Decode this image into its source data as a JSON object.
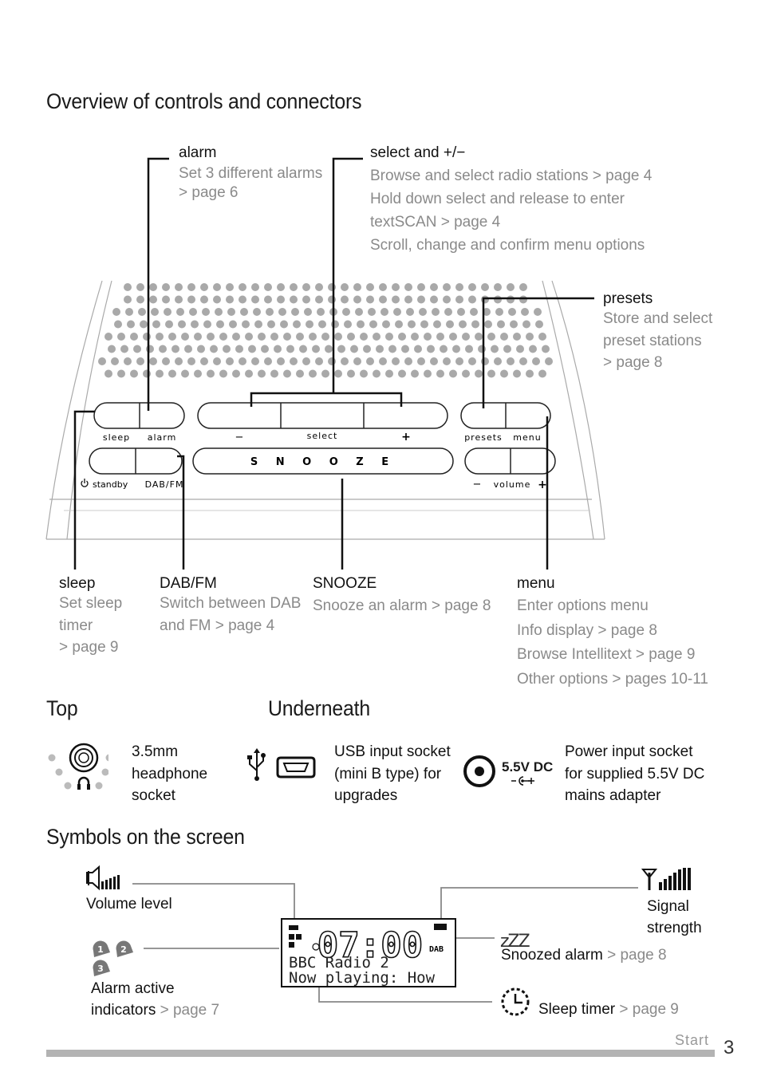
{
  "title": "Overview of controls and connectors",
  "callouts": {
    "alarm": {
      "name": "alarm",
      "lines": [
        "Set 3 different alarms",
        "> page 6"
      ]
    },
    "select": {
      "name_bold": "select",
      "name_mid": " and ",
      "name_end": "+/−",
      "lines": [
        "Browse and select radio stations > page 4",
        "Hold down select and release to enter",
        "textSCAN > page 4",
        "Scroll, change and confirm menu options"
      ]
    },
    "presets": {
      "name": "presets",
      "lines": [
        "Store and select",
        "preset stations",
        "> page 8"
      ]
    },
    "sleep": {
      "name": "sleep",
      "lines": [
        "Set sleep",
        "timer",
        "> page 9"
      ]
    },
    "dabfm": {
      "name": "DAB/FM",
      "lines": [
        "Switch between DAB",
        "and FM > page 4"
      ]
    },
    "snooze": {
      "name": "SNOOZE",
      "lines": [
        "Snooze an alarm > page 8"
      ]
    },
    "menu": {
      "name": "menu",
      "lines": [
        "Enter options menu",
        "Info display > page 8",
        "Browse Intellitext > page 9",
        "Other options > pages 10-11"
      ]
    }
  },
  "radio": {
    "btn_sleep": "sleep",
    "btn_alarm": "alarm",
    "btn_minus": "−",
    "btn_select": "select",
    "btn_plus": "+",
    "btn_presets": "presets",
    "btn_menu": "menu",
    "btn_standby": "standby",
    "btn_dabfm": "DAB/FM",
    "btn_snooze": "S  N  O  O  Z  E",
    "vol_minus": "−",
    "vol_label": "volume",
    "vol_plus": "+"
  },
  "top": {
    "heading": "Top",
    "headphone": [
      "3.5mm",
      "headphone",
      "socket"
    ]
  },
  "underneath": {
    "heading": "Underneath",
    "usb": [
      "USB input socket",
      "(mini B type) for",
      "upgrades"
    ],
    "power_label": "5.5V DC",
    "power": [
      "Power input socket",
      "for supplied 5.5V DC",
      "mains adapter"
    ]
  },
  "symbols": {
    "heading": "Symbols on the screen",
    "volume": "Volume level",
    "signal": [
      "Signal",
      "strength"
    ],
    "alarm_a": "Alarm active",
    "alarm_b": "indicators",
    "alarm_page": " > page 7",
    "snooze_a": "Snoozed alarm",
    "snooze_page": " > page 8",
    "sleep_a": "Sleep timer",
    "sleep_page": " > page 9",
    "lcd_time": "07:00",
    "lcd_line1": "BBC Radio 2",
    "lcd_line2": "Now playing: How",
    "lcd_dab": "DAB",
    "alarm_nums": [
      "1",
      "2",
      "3"
    ],
    "zzz": "zZZ"
  },
  "footer": {
    "section": "Start",
    "page": "3"
  },
  "colors": {
    "text": "#111111",
    "gray": "#8a8a8a",
    "bar": "#b3b3b3"
  }
}
